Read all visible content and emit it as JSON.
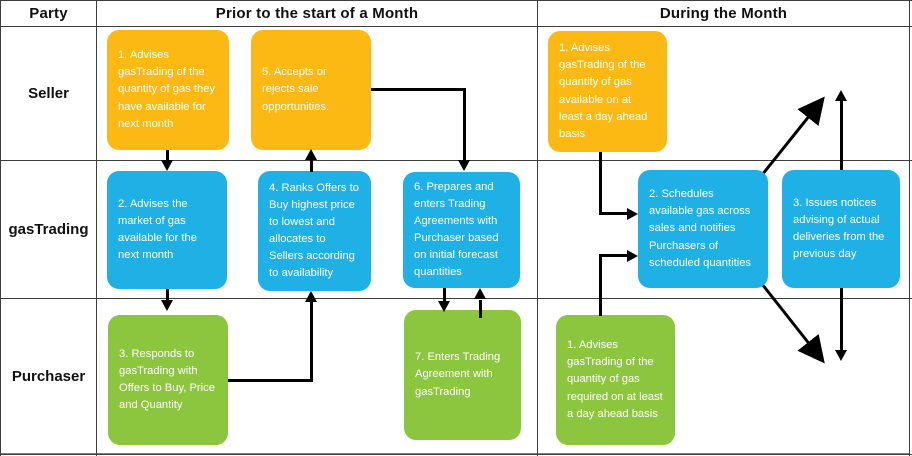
{
  "table": {
    "columns": [
      {
        "id": "party",
        "label": "Party"
      },
      {
        "id": "prior",
        "label": "Prior to the start of a Month"
      },
      {
        "id": "during",
        "label": "During the Month"
      }
    ],
    "rows": [
      {
        "id": "seller",
        "label": "Seller"
      },
      {
        "id": "gastrading",
        "label": "gasTrading"
      },
      {
        "id": "purchaser",
        "label": "Purchaser"
      }
    ]
  },
  "colors": {
    "seller": "#fcb913",
    "gastrading": "#1fb0e5",
    "purchaser": "#8cc63e",
    "connector": "#000000",
    "grid": "#3f3f3f"
  },
  "nodes": {
    "prior_seller_1": "1. Advises gasTrading of the quantity of gas they have available for next month",
    "prior_seller_5": "5. Accepts or rejects sale opportunities.",
    "prior_gt_2": "2. Advises the market of gas available for the next month",
    "prior_gt_4": "4. Ranks Offers to Buy highest price to lowest and allocates to Sellers according to availability",
    "prior_gt_6": "6. Prepares and enters Trading Agreements with Purchaser based on initial forecast quantities",
    "prior_pur_3": "3. Responds to gasTrading with Offers to Buy, Price and Quantity",
    "prior_pur_7": "7. Enters Trading Agreement with gasTrading",
    "during_seller_1": "1. Advises gasTrading of the quantity of gas available on at least a day ahead basis",
    "during_gt_2": "2. Schedules available gas across sales and notifies Purchasers of scheduled quantities",
    "during_gt_3": "3. Issues notices advising of actual deliveries from the previous day",
    "during_pur_1": "1. Advises gasTrading of the quantity of gas required on at least a day ahead basis"
  }
}
